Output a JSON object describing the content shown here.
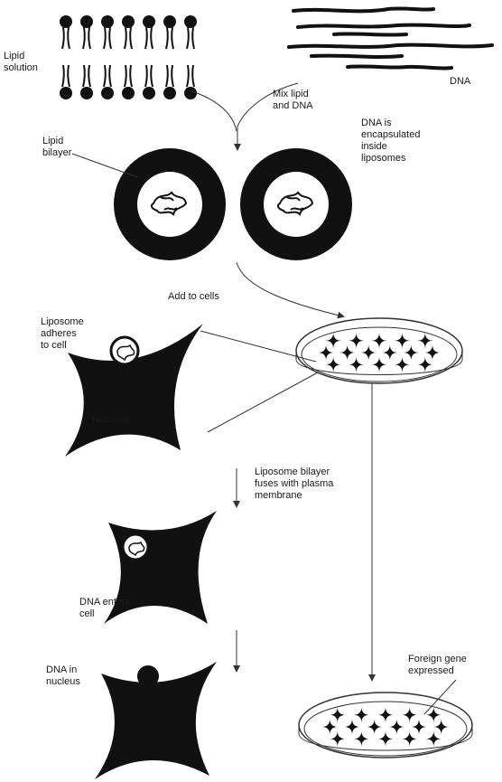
{
  "labels": {
    "lipid_solution": "Lipid\nsolution",
    "dna": "DNA",
    "mix": "Mix lipid\nand DNA",
    "lipid_bilayer": "Lipid\nbilayer",
    "encapsulated": "DNA is\nencapsulated\ninside\nliposomes",
    "add_to_cells": "Add to cells",
    "adheres": "Liposome\nadheres\nto cell",
    "nucleus": "Nucleus",
    "fuses": "Liposome bilayer\nfuses with plasma\nmembrane",
    "enters": "DNA enters\ncell",
    "in_nucleus": "DNA in\nnucleus",
    "expressed": "Foreign gene\nexpressed"
  },
  "colors": {
    "ink": "#111111",
    "line": "#333333"
  }
}
